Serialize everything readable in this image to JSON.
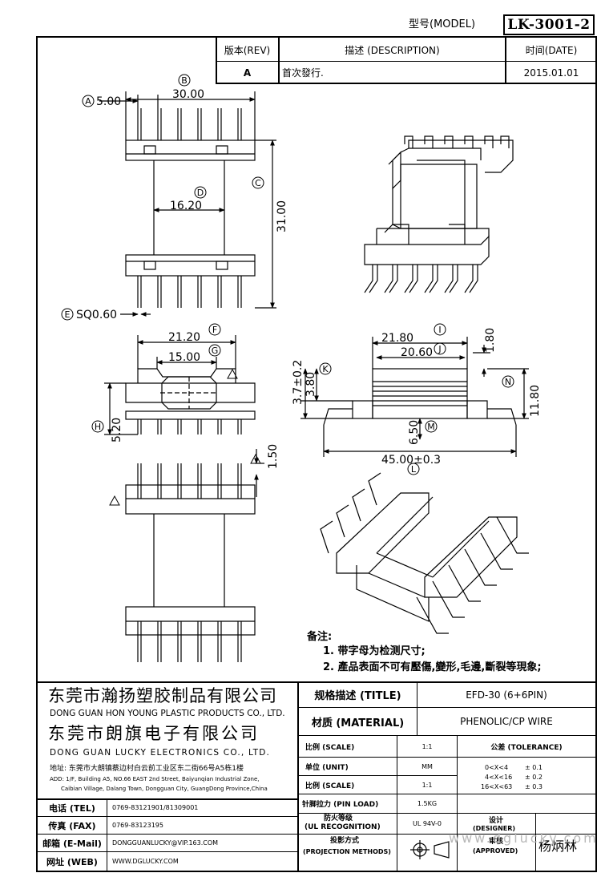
{
  "header": {
    "model_label": "型号(MODEL)",
    "model_value": "LK-3001-2"
  },
  "revision": {
    "col_rev": "版本(REV)",
    "col_desc": "描述 (DESCRIPTION)",
    "col_date": "时间(DATE)",
    "rows": [
      {
        "rev": "A",
        "desc": "首次發行.",
        "date": "2015.01.01"
      }
    ]
  },
  "dimensions": {
    "a": "5.00",
    "b": "30.00",
    "c": "31.00",
    "d": "16.20",
    "e": "SQ0.60",
    "f": "21.20",
    "g": "15.00",
    "h": "5.20",
    "i": "21.80",
    "j": "1.80",
    "k1": "3.7±0.2",
    "k2": "3.80",
    "l": "45.00±0.3",
    "m": "6.50",
    "n": "11.80",
    "p": "20.60",
    "q": "1.50"
  },
  "markers": [
    "A",
    "B",
    "C",
    "D",
    "E",
    "F",
    "G",
    "H",
    "I",
    "J",
    "K",
    "L",
    "M",
    "N"
  ],
  "notes": {
    "title": "备注:",
    "items": [
      "1. 带字母为检测尺寸;",
      "2. 產品表面不可有壓傷,變形,毛邊,斷裂等現象;"
    ]
  },
  "company": {
    "name1_cn": "东莞市瀚扬塑胶制品有限公司",
    "name1_en": "DONG GUAN HON YOUNG PLASTIC PRODUCTS CO., LTD.",
    "name2_cn": "东莞市朗旗电子有限公司",
    "name2_en": "DONG GUAN LUCKY ELECTRONICS CO., LTD.",
    "addr_cn": "地址: 东莞市大朗镇蔡边村白云前工业区东二街66号A5栋1楼",
    "addr_en1": "ADD: 1/F, Building A5, NO.66 EAST 2nd Street, Baiyunqian Industrial Zone,",
    "addr_en2": "Caibian Village, Dalang Town, Dongguan City, GuangDong Province,China"
  },
  "contacts": [
    {
      "label": "电话 (TEL)",
      "value": "0769-83121901/81309001"
    },
    {
      "label": "传真 (FAX)",
      "value": "0769-83123195"
    },
    {
      "label": "邮箱 (E-Mail)",
      "value": "DONGGUANLUCKY@VIP.163.COM"
    },
    {
      "label": "网址 (WEB)",
      "value": "WWW.DGLUCKY.COM"
    }
  ],
  "title_block": {
    "title_label": "规格描述 (TITLE)",
    "title_value": "EFD-30 (6+6PIN)",
    "material_label": "材质 (MATERIAL)",
    "material_value": "PHENOLIC/CP WIRE",
    "scale_label": "比例 (SCALE)",
    "scale_value": "1:1",
    "unit_label": "单位 (UNIT)",
    "unit_value": "MM",
    "scale2_label": "比例 (SCALE)",
    "scale2_value": "1:1",
    "pinload_label": "针脚拉力 (PIN LOAD)",
    "pinload_value": "1.5KG",
    "ul_label1": "防火等级",
    "ul_label2": "(UL RECOGNITION)",
    "ul_value": "UL 94V-0",
    "proj_label1": "投影方式",
    "proj_label2": "(PROJECTION METHODS)",
    "tolerance_label": "公差 (TOLERANCE)",
    "tolerance_rows": [
      {
        "range": "0<X<4",
        "value": "± 0.1"
      },
      {
        "range": "4<X<16",
        "value": "± 0.2"
      },
      {
        "range": "16<X<63",
        "value": "± 0.3"
      }
    ],
    "designer_label1": "设计",
    "designer_label2": "(DESIGNER)",
    "approved_label1": "审核",
    "approved_label2": "(APPROVED)",
    "approver_name": "杨炳林",
    "watermark": "www.dglucky.com"
  },
  "colors": {
    "line": "#000000",
    "paper": "#ffffff",
    "watermark": "#b8b8b8"
  }
}
